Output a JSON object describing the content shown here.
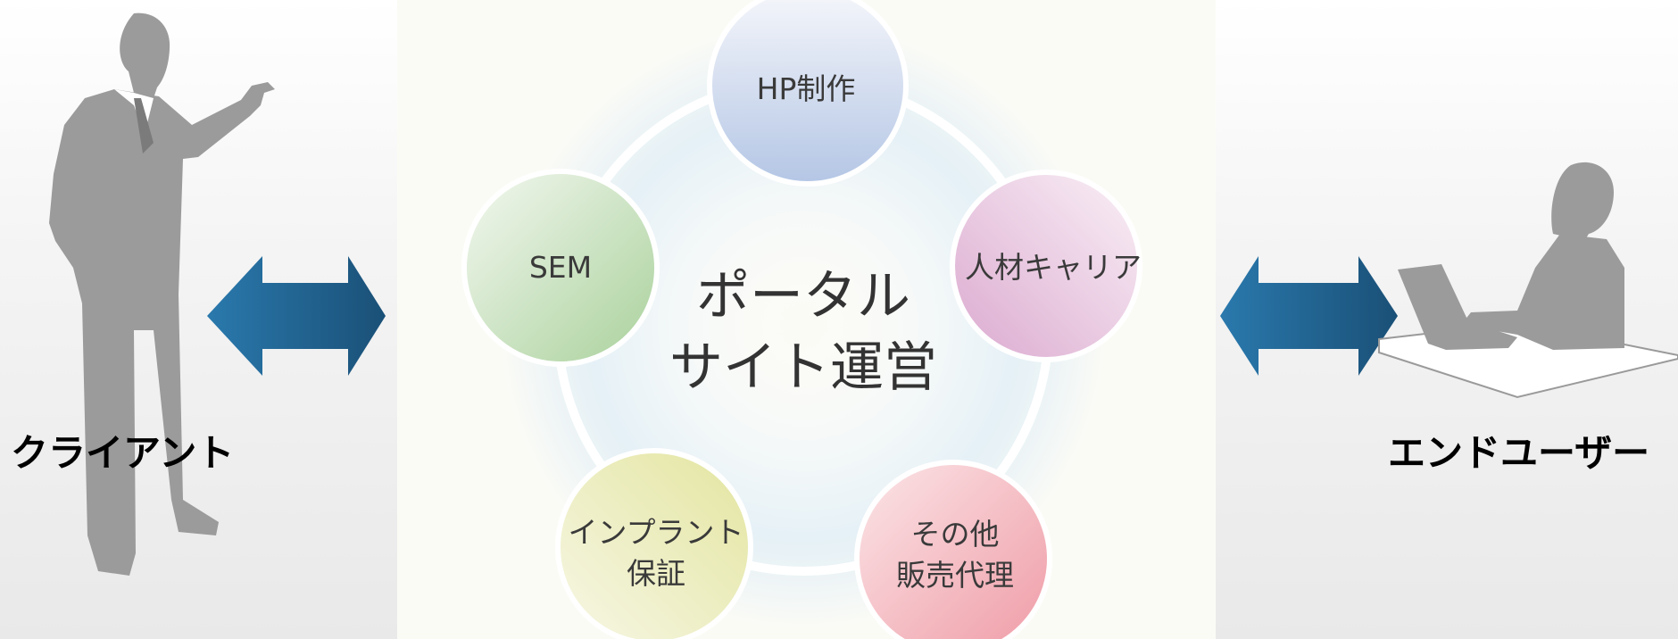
{
  "center": {
    "line1": "ポータル",
    "line2": "サイト運営"
  },
  "nodes": {
    "hp": "HP制作",
    "hr": "人材キャリア",
    "other_line1": "その他",
    "other_line2": "販売代理",
    "implant_line1": "インプラント",
    "implant_line2": "保証",
    "sem": "SEM"
  },
  "roles": {
    "client": "クライアント",
    "end_user": "エンドユーザー"
  },
  "colors": {
    "arrow": "#1f6a9a",
    "silhouette": "#9a9a9a",
    "hp": "#b7c8e6",
    "hr": "#e2b6d6",
    "other": "#f2b7bd",
    "implant": "#e9eab8",
    "sem": "#b9dbaf"
  }
}
